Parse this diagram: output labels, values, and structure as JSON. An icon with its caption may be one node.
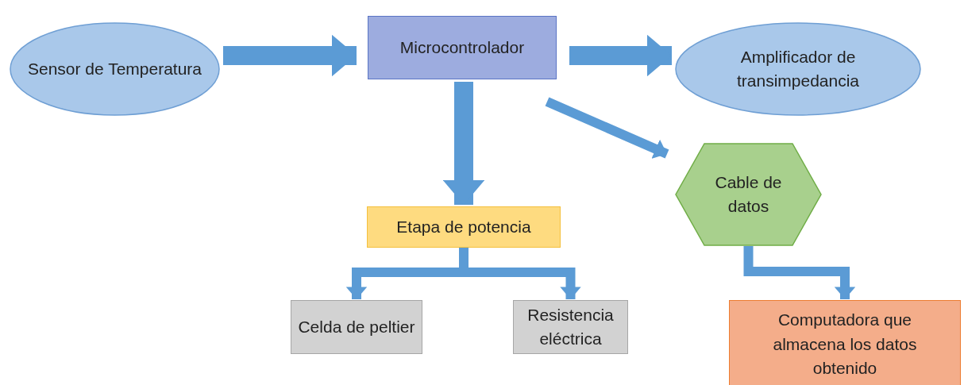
{
  "diagram": {
    "nodes": [
      {
        "text": [
          "Sensor de Temperatura"
        ]
      },
      {
        "text": [
          "Microcontrolador"
        ]
      },
      {
        "text": [
          "Amplificador de transimpedancia"
        ]
      },
      {
        "text": [
          "Etapa de potencia"
        ]
      },
      {
        "text": [
          "Cable de datos"
        ]
      },
      {
        "text": [
          "Celda de peltier"
        ]
      },
      {
        "text": [
          "Resistencia eléctrica"
        ]
      },
      {
        "text": [
          "Computadora que almacena los datos obtenido"
        ]
      }
    ],
    "edges": [
      {
        "from": 0,
        "to": 1,
        "arrow": "to",
        "style": "thick"
      },
      {
        "from": 1,
        "to": 2,
        "arrow": "to",
        "style": "thick"
      },
      {
        "from": 1,
        "to": 3,
        "arrow": "to",
        "style": "thick"
      },
      {
        "from": 1,
        "to": 4,
        "arrow": "to"
      },
      {
        "from": 3,
        "to": 5,
        "arrow": "to"
      },
      {
        "from": 3,
        "to": 6,
        "arrow": "to"
      },
      {
        "from": 4,
        "to": 7,
        "arrow": "to"
      }
    ]
  }
}
